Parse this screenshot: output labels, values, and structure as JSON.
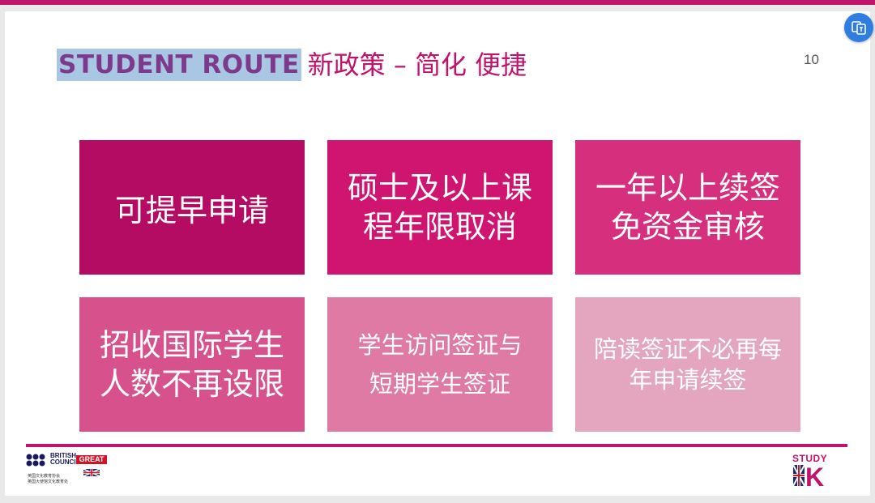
{
  "slide": {
    "title_en": "STUDENT ROUTE",
    "title_cn": "新政策 – 简化 便捷",
    "page_number": "10"
  },
  "cards": [
    {
      "lines": [
        "可提早申请"
      ]
    },
    {
      "lines": [
        "硕士及以上课",
        "程年限取消"
      ]
    },
    {
      "lines": [
        "一年以上续签",
        "免资金审核"
      ]
    },
    {
      "lines": [
        "招收国际学生",
        "人数不再设限"
      ]
    },
    {
      "lines": [
        "学生访问签证与",
        "短期学生签证"
      ]
    },
    {
      "lines": [
        "陪读签证不必再每",
        "年申请续签"
      ]
    }
  ],
  "footer": {
    "british_council_line1": "BRITISH",
    "british_council_line2": "COUNCIL",
    "british_council_cn1": "英国文化教育协会",
    "british_council_cn2": "英国大使馆文化教育处",
    "great_label": "GREAT",
    "study_label": "STUDY",
    "study_k": "K"
  },
  "colors": {
    "accent": "#c2136c",
    "title_en": "#7d3a8c",
    "highlight": "#a9c6e2"
  },
  "icons": {
    "corner_button": "translate-icon"
  }
}
